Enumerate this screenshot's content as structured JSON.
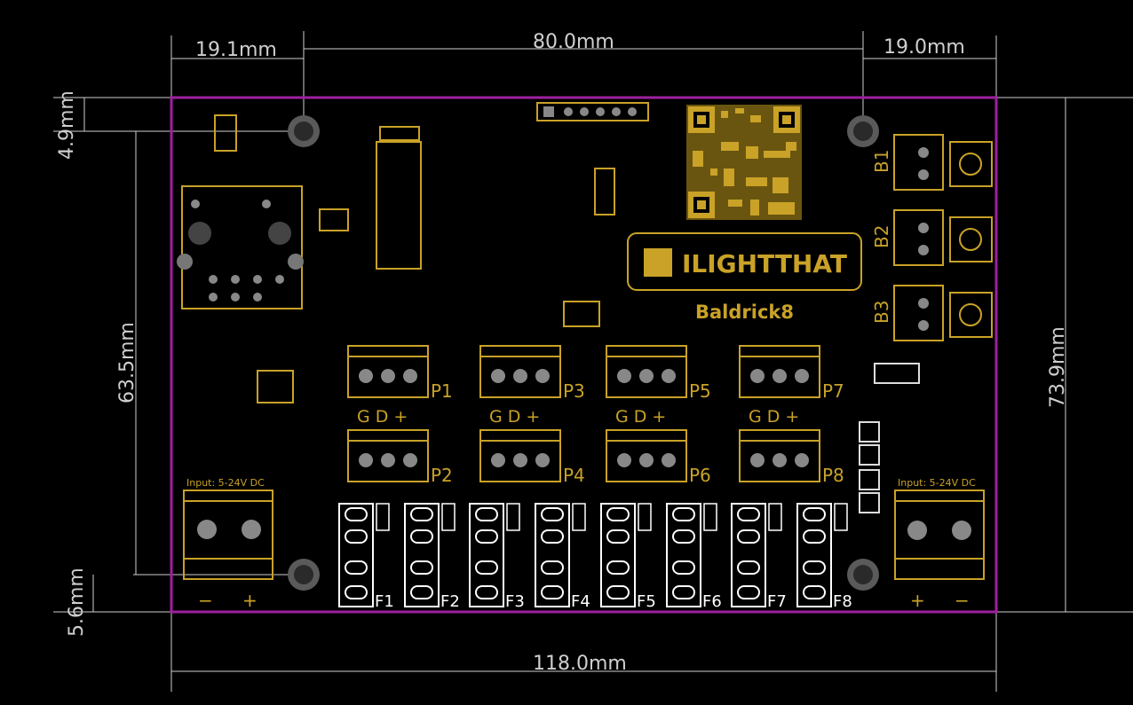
{
  "dimensions": {
    "top_left": "19.1mm",
    "top_mid": "80.0mm",
    "top_right": "19.0mm",
    "left_top": "4.9mm",
    "left_mid": "63.5mm",
    "left_bottom": "5.6mm",
    "right": "73.9mm",
    "bottom": "118.0mm"
  },
  "board": {
    "logo": "ILIGHTTHAT",
    "name": "Baldrick8",
    "input_label": "Input: 5-24V DC",
    "minus": "−",
    "plus": "+",
    "pixel_pins": "G D +",
    "ports": [
      "P1",
      "P2",
      "P3",
      "P4",
      "P5",
      "P6",
      "P7",
      "P8"
    ],
    "fuses": [
      "F1",
      "F2",
      "F3",
      "F4",
      "F5",
      "F6",
      "F7",
      "F8"
    ],
    "buttons": [
      "B1",
      "B2",
      "B3"
    ]
  },
  "colors": {
    "outline": "#a01fa0",
    "silkscreen": "#c9a227",
    "dimension": "#cfcfcf"
  }
}
